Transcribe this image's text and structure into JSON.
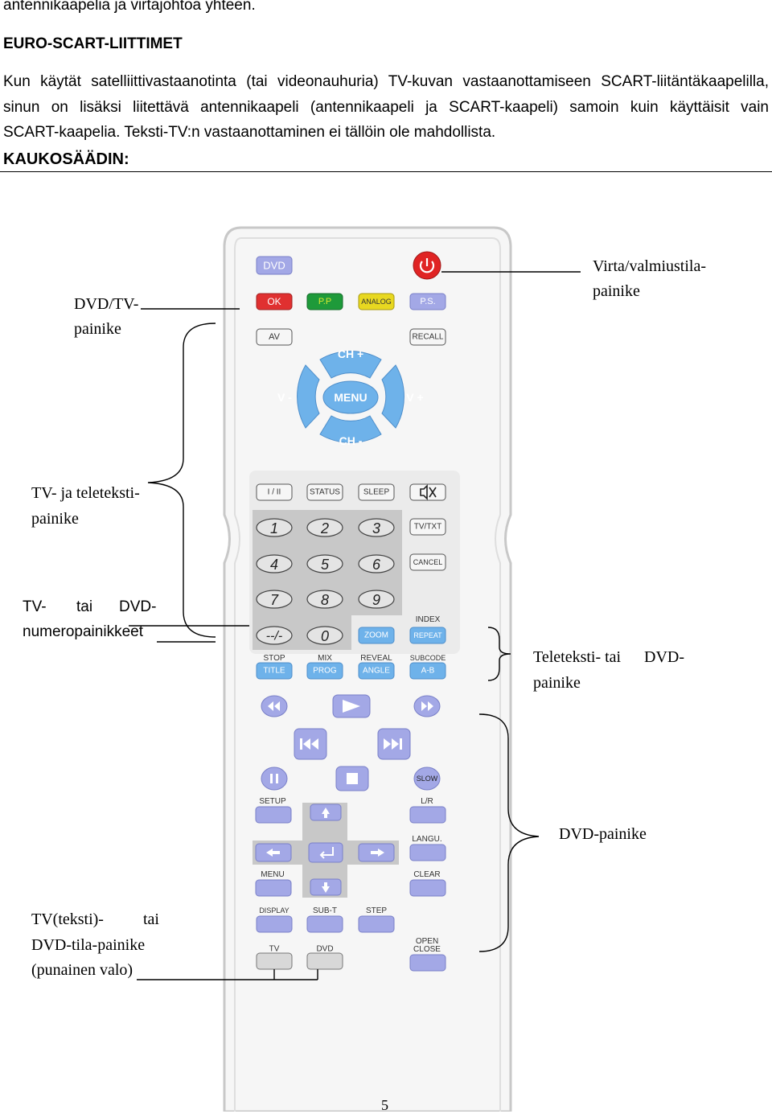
{
  "doc": {
    "top_line": "antennikaapelia ja virtajohtoa yhteen.",
    "heading_scart": "EURO-SCART-LIITTIMET",
    "para": [
      "Kun käytät satelliittivastaanotinta (tai videonauhuria) TV-kuvan vastaanottamiseen SCART-liitäntäkaapelilla,",
      "sinun on lisäksi liitettävä antennikaapeli (antennikaapeli ja SCART-kaapeli) samoin kuin käyttäisit vain",
      "SCART-kaapelia. Teksti-TV:n vastaanottaminen ei tällöin ole mahdollista."
    ],
    "heading_remote": "KAUKOSÄÄDIN:",
    "page_number": "5"
  },
  "labels": {
    "dvd_tv_1": "DVD/TV-",
    "dvd_tv_2": "painike",
    "power_1": "Virta/valmiustila-",
    "power_2": "painike",
    "tv_tele_1": "TV- ja teleteksti-",
    "tv_tele_2": "painike",
    "tv_dvd_num_a": "TV-",
    "tv_dvd_num_b": "tai",
    "tv_dvd_num_c": "DVD-",
    "tv_dvd_num_2": "numeropainikkeet",
    "tele_dvd_a": "Teleteksti- tai",
    "tele_dvd_b": "DVD-",
    "tele_dvd_2": "painike",
    "dvd_painike": "DVD-painike",
    "tvmode_a": "TV(teksti)-",
    "tvmode_b": "tai",
    "tvmode_2": "DVD-tila-painike",
    "tvmode_3": "(punainen valo)"
  },
  "remote": {
    "buttons": {
      "dvd": "DVD",
      "ok": "OK",
      "pip": "P.P",
      "analog": "ANALOG",
      "ps": "P.S.",
      "av": "AV",
      "recall": "RECALL",
      "ch_plus": "CH +",
      "ch_minus": "CH -",
      "v_minus": "V -",
      "v_plus": "V +",
      "menu": "MENU",
      "i_ii": "I / II",
      "status": "STATUS",
      "sleep": "SLEEP",
      "n1": "1",
      "n2": "2",
      "n3": "3",
      "n4": "4",
      "n5": "5",
      "n6": "6",
      "n7": "7",
      "n8": "8",
      "n9": "9",
      "n0": "0",
      "dash": "--/-",
      "tvtxt": "TV/TXT",
      "cancel": "CANCEL",
      "zoom": "ZOOM",
      "repeat": "REPEAT",
      "title": "TITLE",
      "prog": "PROG",
      "angle": "ANGLE",
      "ab": "A-B",
      "slow": "SLOW",
      "tv": "TV",
      "dvd2": "DVD"
    },
    "captions": {
      "index": "INDEX",
      "stop": "STOP",
      "mix": "MIX",
      "reveal": "REVEAL",
      "subcode": "SUBCODE",
      "setup": "SETUP",
      "lr": "L/R",
      "langu": "LANGU.",
      "menu2": "MENU",
      "clear": "CLEAR",
      "display": "DISPLAY",
      "subt": "SUB-T",
      "step": "STEP",
      "open": "OPEN",
      "close": "CLOSE"
    },
    "colors": {
      "lilac": "#a3a8e6",
      "cyan": "#6eb2ea",
      "power": "#e02424",
      "ok": "#e03030",
      "pip": "#1e9a3a",
      "analog": "#e8d820",
      "numpad": "#c8c8c8",
      "body": "#f6f6f6"
    }
  }
}
